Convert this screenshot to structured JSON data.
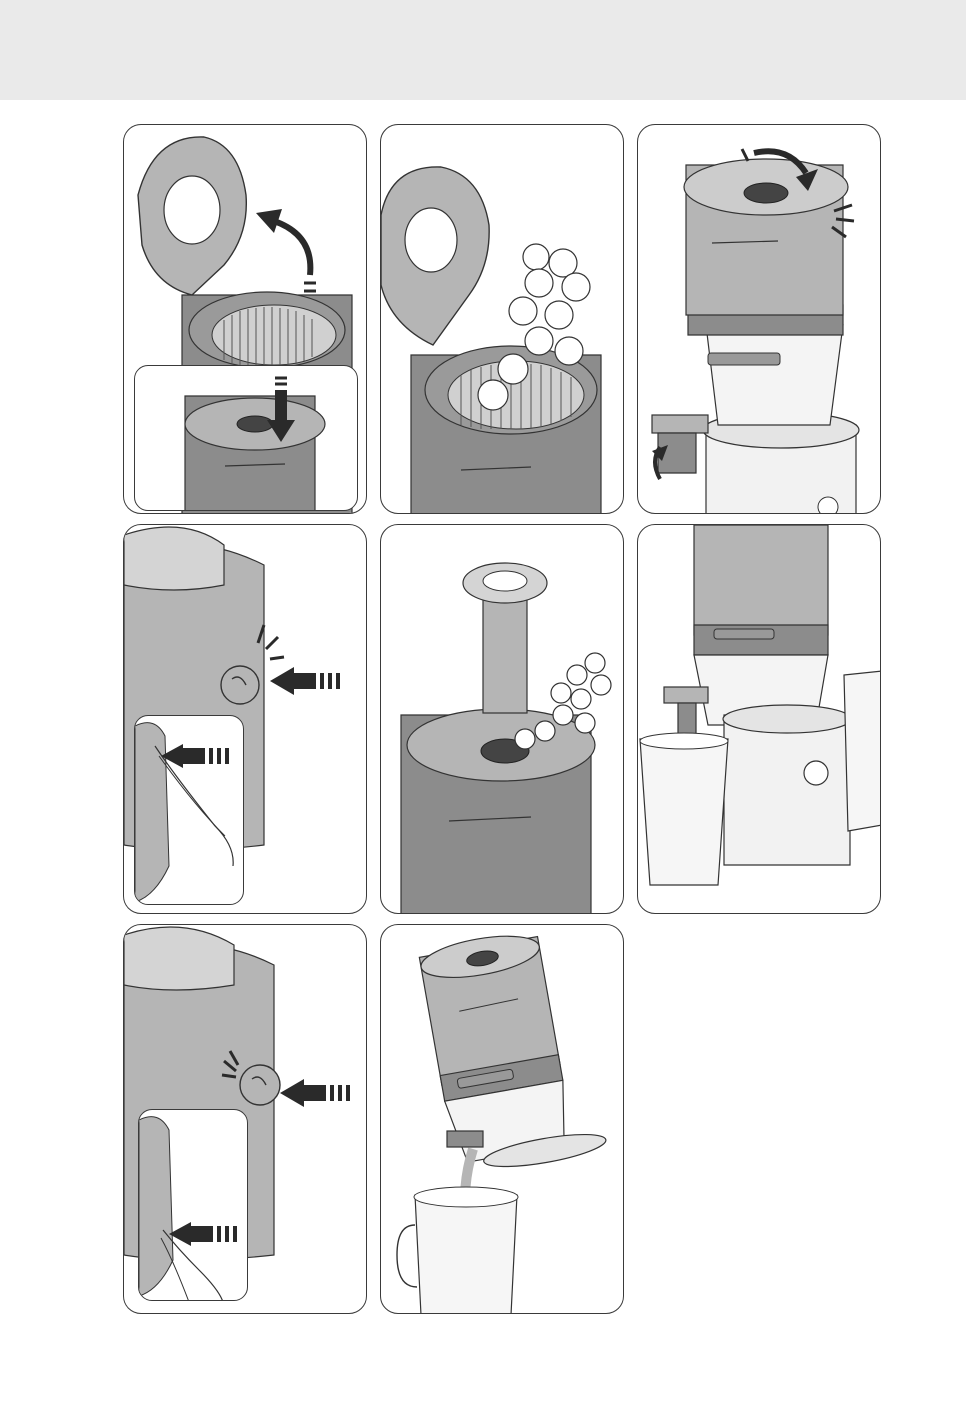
{
  "page": {
    "background": "#ffffff",
    "header_band_color": "#eaeaea",
    "panel_border_color": "#3a3a3a"
  },
  "palette": {
    "dark_grey": "#8c8c8c",
    "mid_grey": "#b5b5b5",
    "light_grey": "#d4d4d4",
    "white_body": "#f2f2f2",
    "arrow": "#2a2a2a"
  },
  "panels": [
    {
      "id": "step-1",
      "icons": [
        "lid-open-illustration",
        "curved-arrow-icon",
        "inset-press-down-illustration"
      ]
    },
    {
      "id": "step-2",
      "icons": [
        "open-lid-illustration",
        "fruit-pieces-illustration"
      ]
    },
    {
      "id": "step-3",
      "icons": [
        "rotate-lid-arrow-icon",
        "click-mark-icon",
        "spout-arrow-icon"
      ]
    },
    {
      "id": "step-4",
      "icons": [
        "button-press-illustration",
        "push-arrow-icon",
        "finger-press-inset"
      ]
    },
    {
      "id": "step-5",
      "icons": [
        "pusher-illustration",
        "fruit-pieces-illustration"
      ]
    },
    {
      "id": "step-6",
      "icons": [
        "juicer-with-containers-illustration"
      ]
    },
    {
      "id": "step-7",
      "icons": [
        "button-press-illustration",
        "push-arrow-icon",
        "finger-press-inset"
      ]
    },
    {
      "id": "step-8",
      "icons": [
        "tilted-juicer-pouring-illustration"
      ]
    }
  ]
}
